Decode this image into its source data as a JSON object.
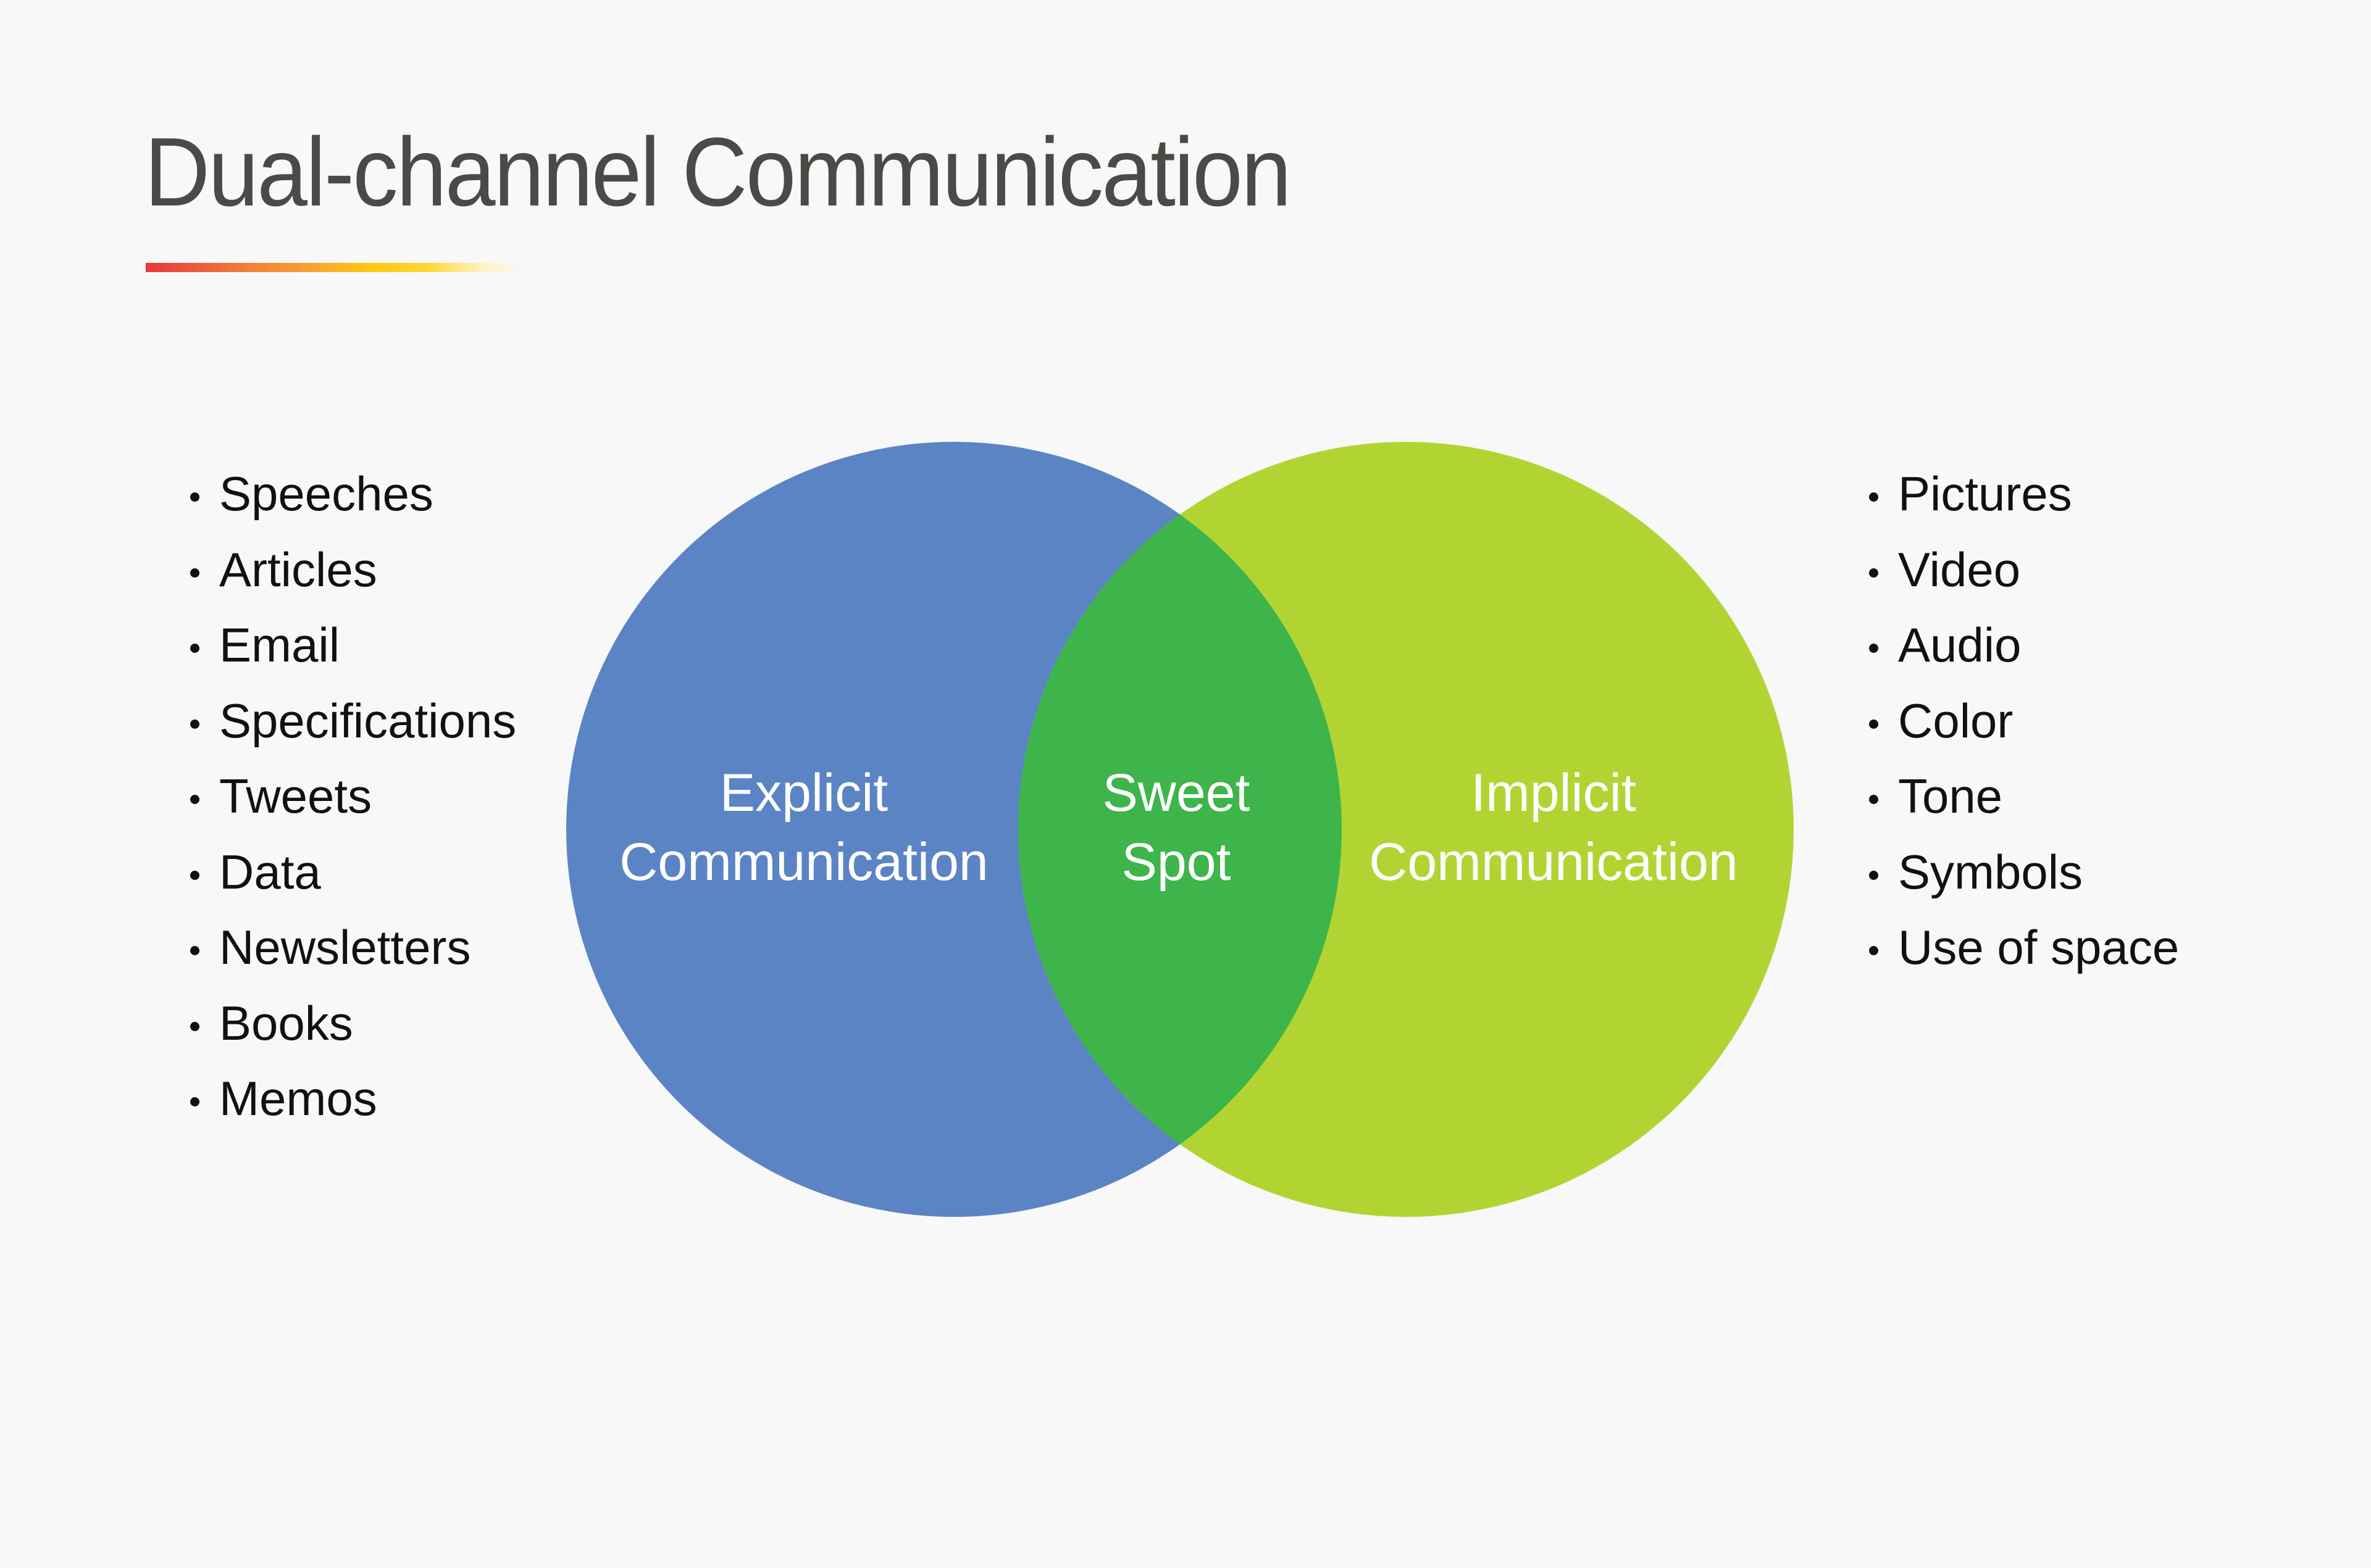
{
  "title": "Dual-channel Communication",
  "colors": {
    "background": "#f7f8f7",
    "title_text": "#4b4a47",
    "explicit_circle": "#5b84c4",
    "implicit_circle": "#b2d433",
    "overlap": "#3db54a",
    "underline_gradient": [
      "#e8373b",
      "#f9a432",
      "#fdc811",
      "#ffffff"
    ]
  },
  "venn": {
    "left": {
      "line1": "Explicit",
      "line2": "Communication"
    },
    "center": {
      "line1": "Sweet",
      "line2": "Spot"
    },
    "right": {
      "line1": "Implicit",
      "line2": "Communication"
    }
  },
  "explicit_examples": [
    "Speeches",
    "Articles",
    "Email",
    "Specifications",
    "Tweets",
    "Data",
    "Newsletters",
    "Books",
    "Memos"
  ],
  "implicit_examples": [
    "Pictures",
    "Video",
    "Audio",
    "Color",
    "Tone",
    "Symbols",
    "Use of space"
  ]
}
